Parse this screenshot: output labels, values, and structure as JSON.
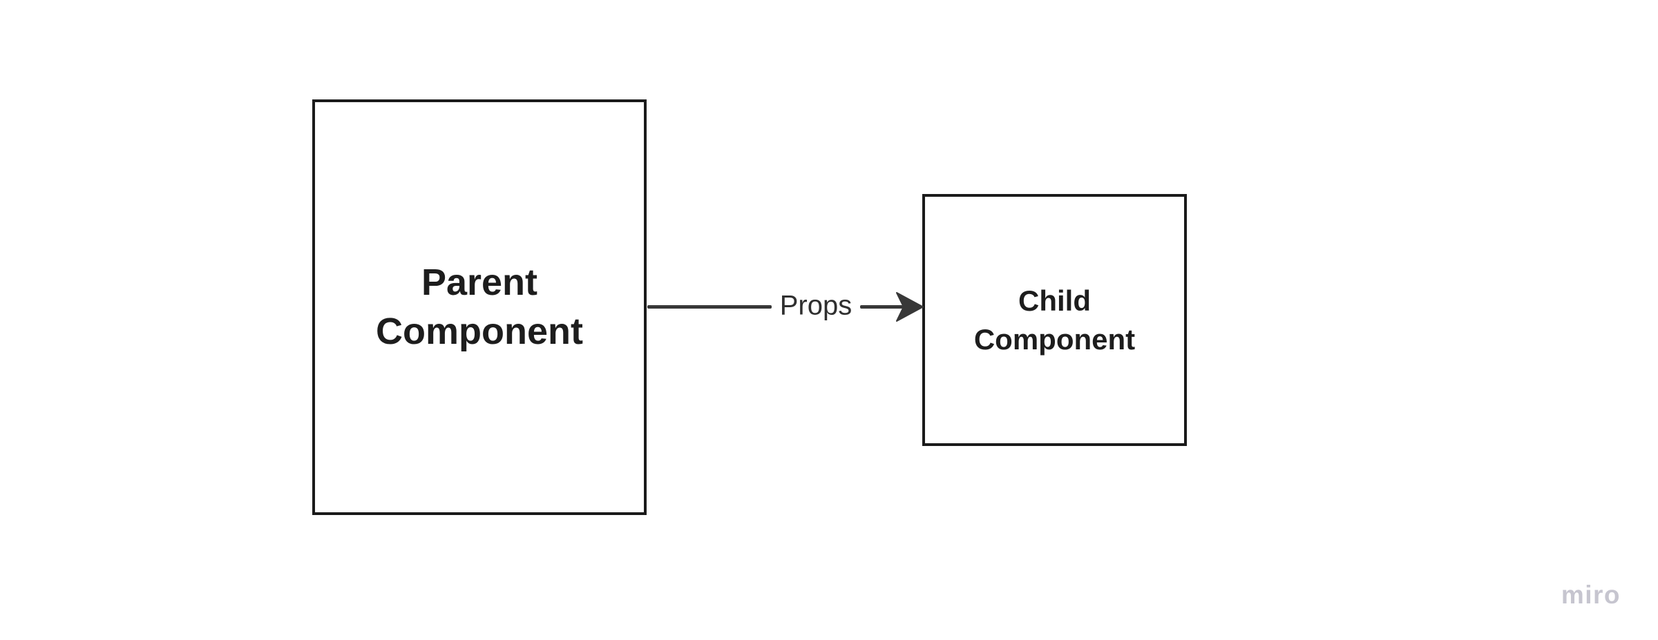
{
  "app": {
    "watermark": "miro"
  },
  "colors": {
    "background": "#ffffff",
    "node_border": "#1a1a1a",
    "node_fill": "#ffffff",
    "node_text": "#1d1d1d",
    "connector": "#383838",
    "connector_label_text": "#2f2f2f",
    "watermark_text": "#c6c5cf"
  },
  "diagram": {
    "nodes": [
      {
        "id": "parent",
        "lines": [
          "Parent",
          "Component"
        ]
      },
      {
        "id": "child",
        "lines": [
          "Child",
          "Component"
        ]
      }
    ],
    "connector": {
      "label": "Props",
      "from": "parent",
      "to": "child",
      "direction": "right"
    }
  }
}
